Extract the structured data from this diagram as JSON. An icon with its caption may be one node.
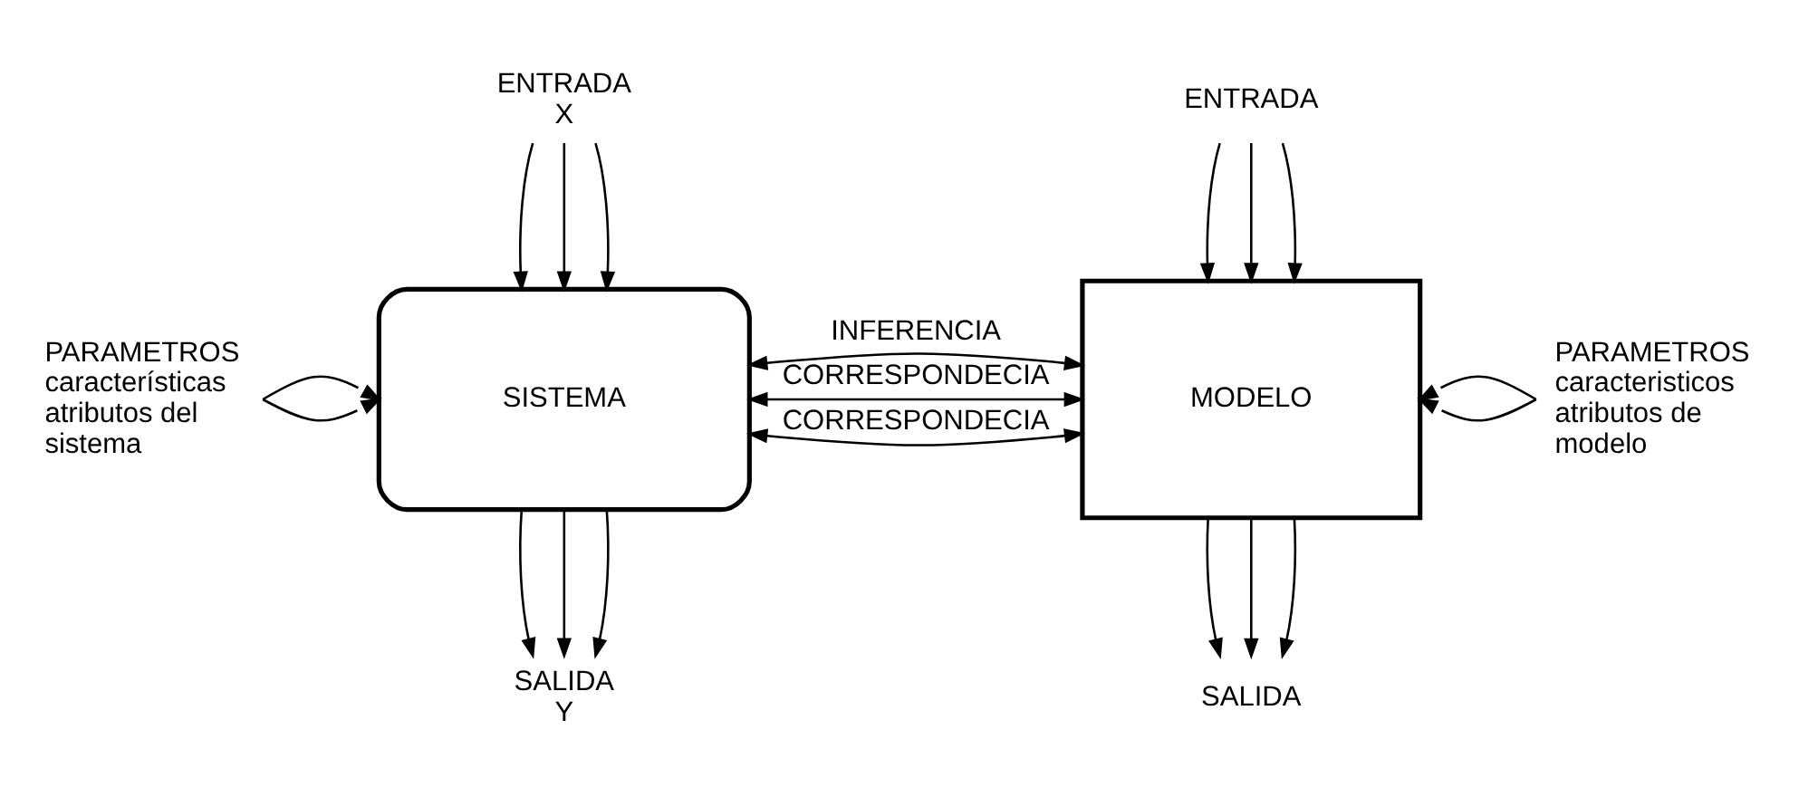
{
  "diagram": {
    "nodes": [
      {
        "text": [
          "ENTRADA X"
        ]
      },
      {
        "text": [
          "SISTEMA"
        ]
      },
      {
        "text": [
          "PARAMETROS características atributos del sistema"
        ]
      },
      {
        "text": [
          "SALIDA Y"
        ]
      },
      {
        "text": [
          "ENTRADA"
        ]
      },
      {
        "text": [
          "MODELO"
        ]
      },
      {
        "text": [
          "PARAMETROS caracteristicos atributos de modelo"
        ]
      },
      {
        "text": [
          "SALIDA"
        ]
      }
    ],
    "edges": [
      {
        "from": 0,
        "to": 1,
        "arrow": "to"
      },
      {
        "from": 0,
        "to": 1,
        "arrow": "to"
      },
      {
        "from": 0,
        "to": 1,
        "arrow": "to"
      },
      {
        "from": 2,
        "to": 1,
        "arrow": "to"
      },
      {
        "from": 2,
        "to": 1,
        "arrow": "to"
      },
      {
        "from": 1,
        "to": 3,
        "arrow": "to"
      },
      {
        "from": 1,
        "to": 3,
        "arrow": "to"
      },
      {
        "from": 1,
        "to": 3,
        "arrow": "to"
      },
      {
        "from": 4,
        "to": 5,
        "arrow": "to"
      },
      {
        "from": 4,
        "to": 5,
        "arrow": "to"
      },
      {
        "from": 4,
        "to": 5,
        "arrow": "to"
      },
      {
        "from": 6,
        "to": 5,
        "arrow": "to"
      },
      {
        "from": 6,
        "to": 5,
        "arrow": "to"
      },
      {
        "from": 5,
        "to": 7,
        "arrow": "to"
      },
      {
        "from": 5,
        "to": 7,
        "arrow": "to"
      },
      {
        "from": 5,
        "to": 7,
        "arrow": "to"
      },
      {
        "from": 1,
        "to": 5,
        "label": "CORRESPONDECIA",
        "arrow": "both"
      },
      {
        "from": 1,
        "to": 5,
        "label": "CORRESPONDECIA",
        "arrow": "both"
      },
      {
        "from": 1,
        "to": 5,
        "label": "INFERENCIA",
        "arrow": "both"
      }
    ]
  }
}
